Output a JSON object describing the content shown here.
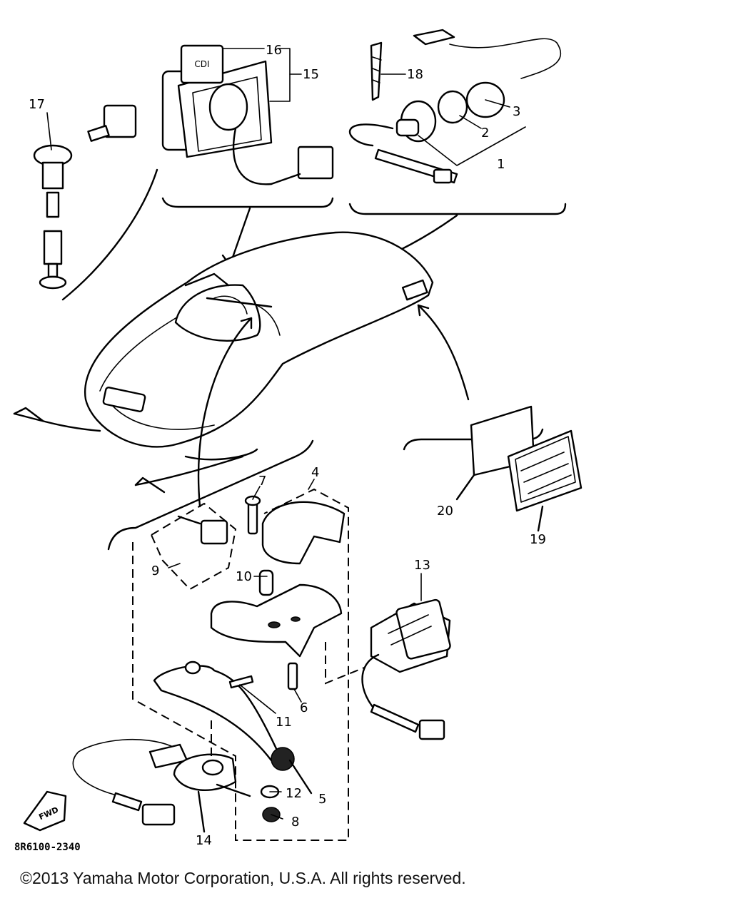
{
  "diagram": {
    "callouts": [
      {
        "id": "1",
        "text": "1"
      },
      {
        "id": "2",
        "text": "2"
      },
      {
        "id": "3",
        "text": "3"
      },
      {
        "id": "4",
        "text": "4"
      },
      {
        "id": "5",
        "text": "5"
      },
      {
        "id": "6",
        "text": "6"
      },
      {
        "id": "7",
        "text": "7"
      },
      {
        "id": "8",
        "text": "8"
      },
      {
        "id": "9",
        "text": "9"
      },
      {
        "id": "10",
        "text": "10"
      },
      {
        "id": "11",
        "text": "11"
      },
      {
        "id": "12",
        "text": "12"
      },
      {
        "id": "13",
        "text": "13"
      },
      {
        "id": "14",
        "text": "14"
      },
      {
        "id": "15",
        "text": "15"
      },
      {
        "id": "16",
        "text": "16"
      },
      {
        "id": "17",
        "text": "17"
      },
      {
        "id": "18",
        "text": "18"
      },
      {
        "id": "19",
        "text": "19"
      },
      {
        "id": "20",
        "text": "20"
      }
    ],
    "drawing_code": "8R6100-2340",
    "direction_mark": "FWD",
    "module_label": "CDI"
  },
  "footer": {
    "copyright": "©2013 Yamaha Motor Corporation, U.S.A. All rights reserved."
  }
}
